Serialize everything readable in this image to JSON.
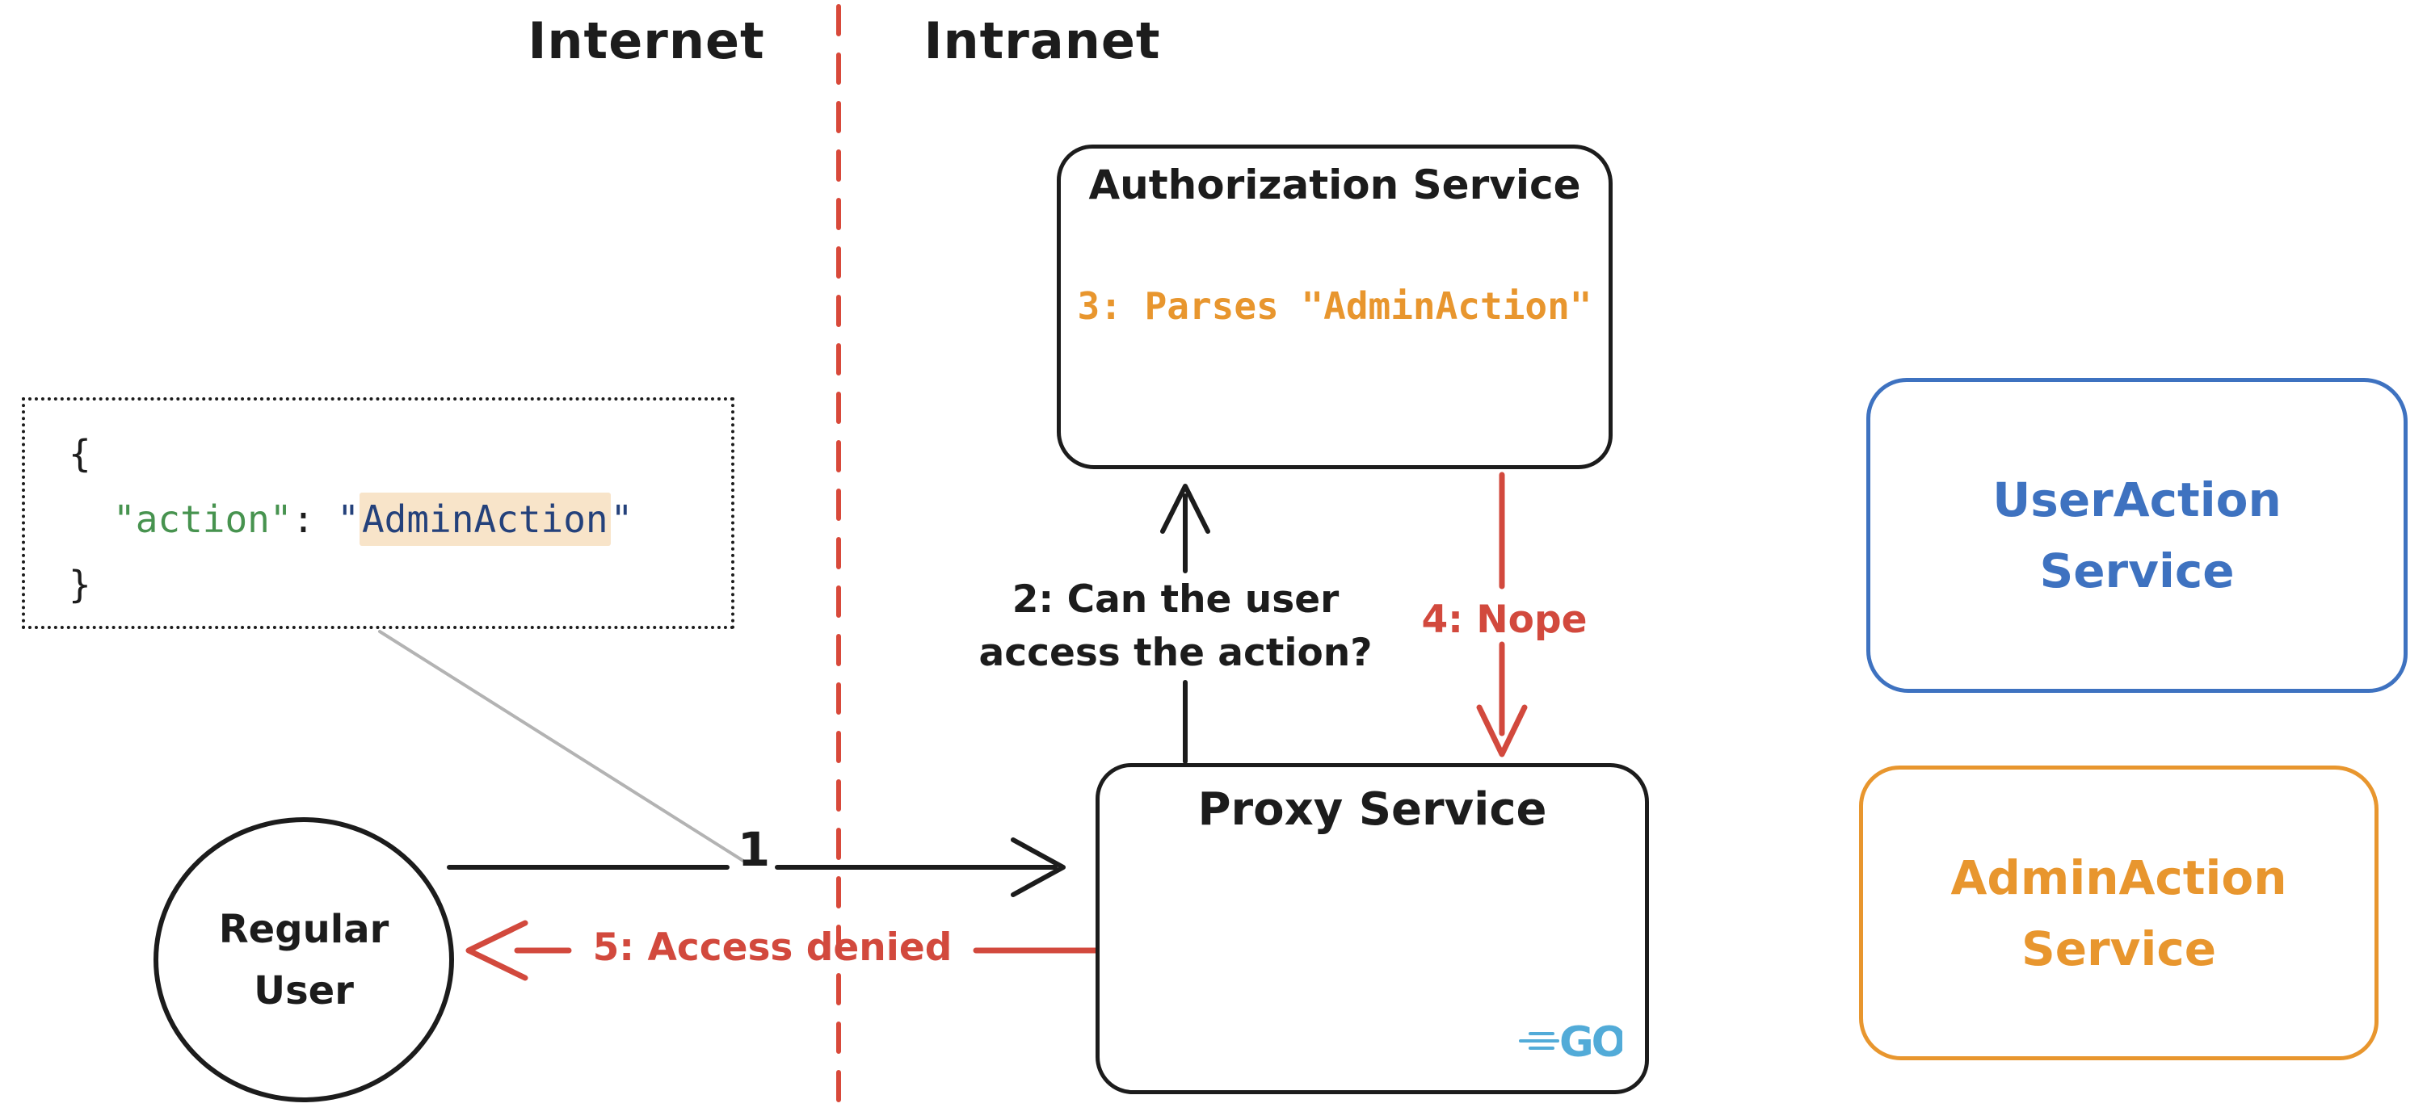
{
  "diagram": {
    "zones": {
      "left": "Internet",
      "right": "Intranet"
    },
    "request_payload": {
      "brace_open": "{",
      "key": "\"action\"",
      "colon": ":",
      "quote": "\"",
      "value": "AdminAction",
      "brace_close": "}"
    },
    "nodes": {
      "authorization": {
        "title": "Authorization Service",
        "note": "3: Parses \"AdminAction\""
      },
      "proxy": {
        "title": "Proxy Service",
        "tech_logo": "GO"
      },
      "user": {
        "label_line1": "Regular",
        "label_line2": "User"
      },
      "user_action": {
        "label_line1": "UserAction",
        "label_line2": "Service"
      },
      "admin_action": {
        "label_line1": "AdminAction",
        "label_line2": "Service"
      }
    },
    "edges": {
      "step1_label": "1",
      "step2_label_line1": "2: Can the user",
      "step2_label_line2": "access the action?",
      "step4_label": "4: Nope",
      "step5_label": "5: Access denied"
    },
    "colors": {
      "ink": "#1c1c1c",
      "red": "#d2493d",
      "blue": "#3e72c0",
      "orange": "#e8962e",
      "green": "#47934f",
      "navy": "#24417b",
      "value_highlight": "#f8e4c9",
      "go_blue": "#52abd8",
      "connector_gray": "#b3b3b3"
    }
  }
}
